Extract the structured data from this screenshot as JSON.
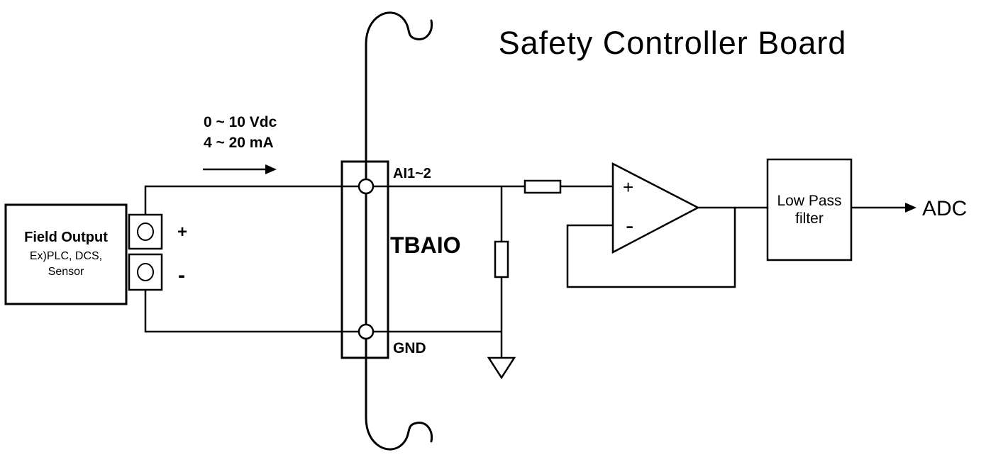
{
  "title": "Safety Controller Board",
  "field_output": {
    "title": "Field Output",
    "subtitle_line1": "Ex)PLC, DCS,",
    "subtitle_line2": "Sensor",
    "terminal_plus": "+",
    "terminal_minus": "-"
  },
  "signal": {
    "line1": "0 ~ 10 Vdc",
    "line2": "4 ~ 20 mA"
  },
  "terminal_block": {
    "name": "TBAIO",
    "top_label": "AI1~2",
    "bottom_label": "GND"
  },
  "opamp": {
    "plus": "+",
    "minus": "-"
  },
  "filter": {
    "line1": "Low Pass",
    "line2": "filter"
  },
  "output": {
    "label": "ADC"
  },
  "colors": {
    "line": "#000000",
    "background": "#ffffff"
  }
}
